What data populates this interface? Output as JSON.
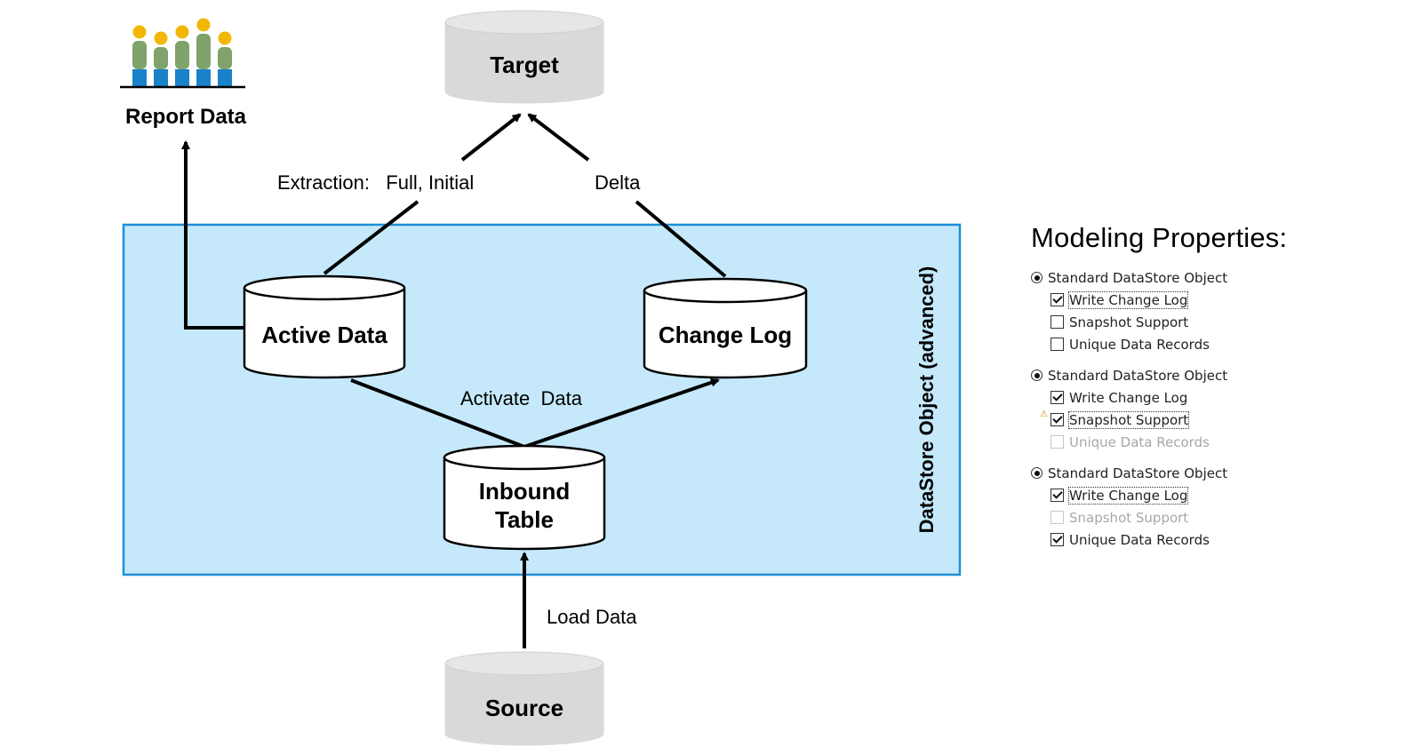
{
  "diagram": {
    "report_data_label": "Report Data",
    "target_label": "Target",
    "source_label": "Source",
    "active_data_label": "Active Data",
    "change_log_label": "Change Log",
    "inbound_line1": "Inbound",
    "inbound_line2": "Table",
    "extraction_label": "Extraction:   Full, Initial",
    "delta_label": "Delta",
    "activate_label": "Activate  Data",
    "load_label": "Load Data",
    "container_label": "DataStore  Object  (advanced)",
    "colors": {
      "container_fill": "#c5e9fb",
      "container_border": "#1f8fd6",
      "db_gray": "#d9d9d9",
      "people_yellow": "#f2b705",
      "people_green": "#7fa36a",
      "people_blue": "#1a82c8"
    }
  },
  "properties": {
    "title": "Modeling Properties:",
    "groups": [
      {
        "radio_label": "Standard DataStore Object",
        "options": [
          {
            "label": "Write Change Log",
            "checked": true,
            "disabled": false,
            "focus": true,
            "warning": false
          },
          {
            "label": "Snapshot Support",
            "checked": false,
            "disabled": false,
            "focus": false,
            "warning": false
          },
          {
            "label": "Unique Data Records",
            "checked": false,
            "disabled": false,
            "focus": false,
            "warning": false
          }
        ]
      },
      {
        "radio_label": "Standard DataStore Object",
        "options": [
          {
            "label": "Write Change Log",
            "checked": true,
            "disabled": false,
            "focus": false,
            "warning": false
          },
          {
            "label": "Snapshot Support",
            "checked": true,
            "disabled": false,
            "focus": true,
            "warning": true
          },
          {
            "label": "Unique Data Records",
            "checked": false,
            "disabled": true,
            "focus": false,
            "warning": false
          }
        ]
      },
      {
        "radio_label": "Standard DataStore Object",
        "options": [
          {
            "label": "Write Change Log",
            "checked": true,
            "disabled": false,
            "focus": true,
            "warning": false
          },
          {
            "label": "Snapshot Support",
            "checked": false,
            "disabled": true,
            "focus": false,
            "warning": false
          },
          {
            "label": "Unique Data Records",
            "checked": true,
            "disabled": false,
            "focus": false,
            "warning": false
          }
        ]
      }
    ]
  }
}
